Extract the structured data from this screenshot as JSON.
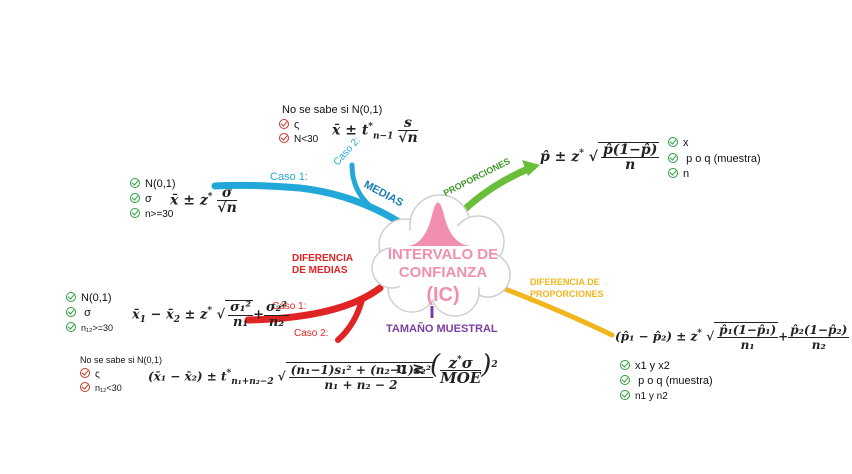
{
  "colors": {
    "medias": "#22a8d8",
    "proporciones": "#6abf3a",
    "diferencia_medias": "#e02424",
    "diferencia_proporciones": "#f2b61d",
    "tamano": "#7a3fa0",
    "center_fill": "#f08fb0"
  },
  "center": {
    "line1": "INTERVALO DE",
    "line2": "CONFIANZA",
    "line3": "(IC)"
  },
  "branches": {
    "medias": {
      "label": "MEDIAS",
      "caso1": "Caso 1:",
      "caso2": "Caso 2:"
    },
    "proporciones": {
      "label": "PROPORCIONES"
    },
    "diferencia_medias": {
      "label_line1": "DIFERENCIA",
      "label_line2": "DE MEDIAS",
      "caso1": "Caso 1:",
      "caso2": "Caso 2:"
    },
    "diferencia_proporciones": {
      "label_line1": "DIFERENCIA  DE",
      "label_line2": "PROPORCIONES"
    },
    "tamano": {
      "label": "TAMAÑO MUESTRAL"
    }
  },
  "medias_caso2": {
    "title": "No se sabe si N(0,1)",
    "items": [
      "ς",
      "N<30"
    ]
  },
  "medias_caso1": {
    "items": [
      "N(0,1)",
      "σ",
      "n>=30"
    ]
  },
  "proporciones_req": {
    "items": [
      "x",
      "p o q (muestra)",
      "n"
    ]
  },
  "difmedias_caso1": {
    "items": [
      "N(0,1)",
      "σ",
      "n₁₂>=30"
    ]
  },
  "difmedias_caso2": {
    "title": "No se sabe si N(0,1)",
    "items": [
      "ς",
      "n₁₂<30"
    ]
  },
  "difprop_req": {
    "items": [
      "x1 y x2",
      "p o q (muestra)",
      "n1 y n2"
    ]
  },
  "formulas": {
    "medias_caso2": "x̄ ± t*ₙ₋₁ s/√n",
    "medias_caso1": "x̄ ± z* σ/√n",
    "proporciones": "p̂ ± z* √(p̂(1−p̂)/n)",
    "difmedias_caso1": "x̄₁ − x̄₂ ± z* √(σ₁²/n₁ + σ₂²/n₂)",
    "difmedias_caso2": "(x̄₁ − x̄₂) ± t*ₙ₁₊ₙ₂₋₂ √(((n₁−1)s₁² + (n₂−1)s₂²)/(n₁+n₂−2))",
    "difprop": "(p̂₁ − p̂₂) ± z* √(p̂₁(1−p̂₁)/n₁ + p̂₂(1−p̂₂)/n₂)",
    "tamano": "n ≥ (z*σ / MOE)²"
  }
}
